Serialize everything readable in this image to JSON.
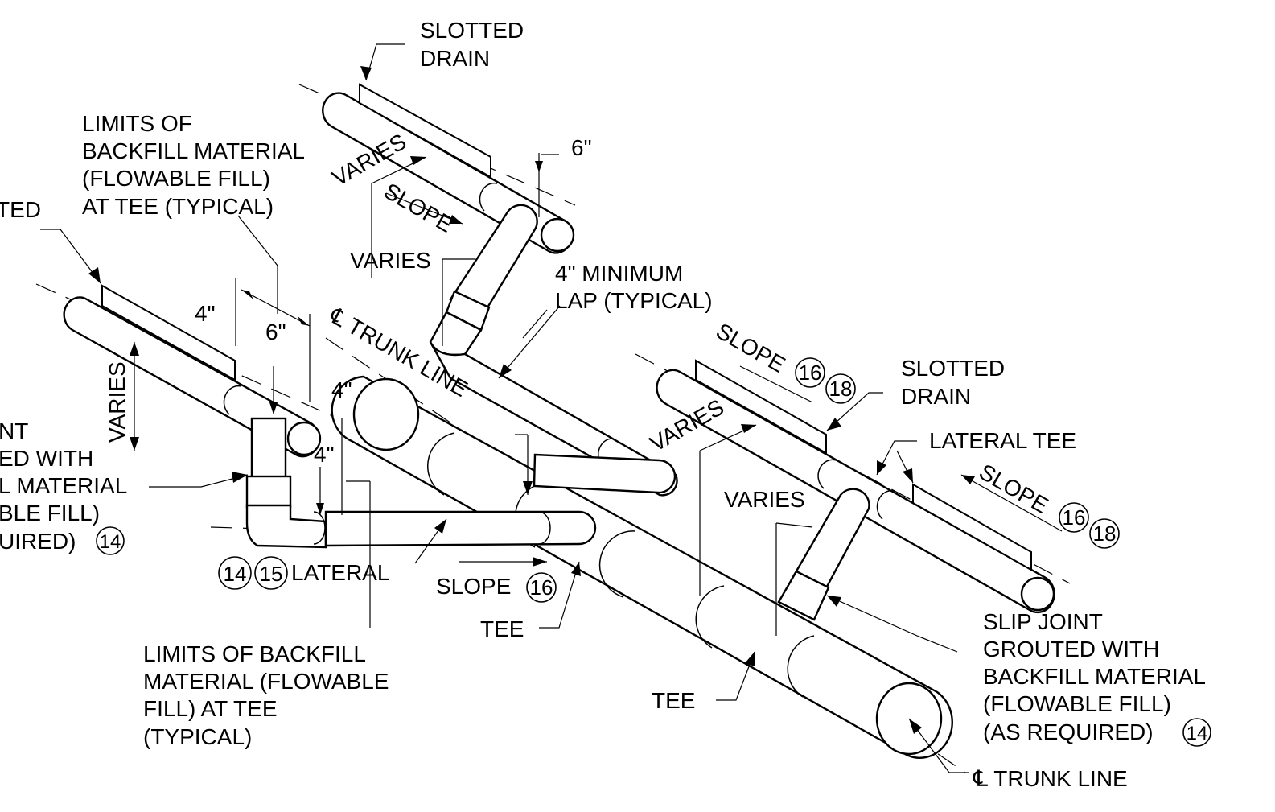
{
  "labels": {
    "slotted_drain_top": [
      "SLOTTED",
      "DRAIN"
    ],
    "slotted_drain_left": "TED",
    "slotted_drain_right": [
      "SLOTTED",
      "DRAIN"
    ],
    "limits_top": [
      "LIMITS OF",
      "BACKFILL MATERIAL",
      "(FLOWABLE FILL)",
      "AT TEE (TYPICAL)"
    ],
    "limits_bottom": [
      "LIMITS OF BACKFILL",
      "MATERIAL (FLOWABLE",
      "FILL) AT TEE",
      "(TYPICAL)"
    ],
    "slip_joint_left": [
      "NT",
      "ED WITH",
      "L MATERIAL",
      "BLE FILL)",
      "UIRED)"
    ],
    "slip_joint_right": [
      "SLIP JOINT",
      "GROUTED WITH",
      "BACKFILL MATERIAL",
      "(FLOWABLE FILL)",
      "(AS REQUIRED)"
    ],
    "varies": "VARIES",
    "slope": "SLOPE",
    "six_in": "6\"",
    "four_in": "4\"",
    "min_lap": [
      "4\" MINIMUM",
      "LAP (TYPICAL)"
    ],
    "trunk_line": "TRUNK LINE",
    "cl": "℄",
    "lateral_tee": "LATERAL TEE",
    "lateral": "LATERAL",
    "tee": "TEE"
  },
  "notes": {
    "n14": "14",
    "n15": "15",
    "n16": "16",
    "n18": "18"
  }
}
